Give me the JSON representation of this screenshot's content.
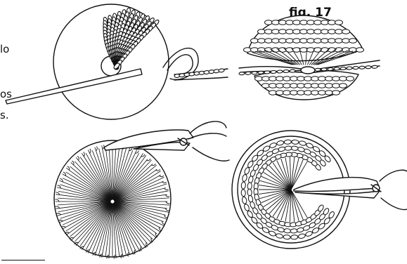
{
  "figure_label": "fig. 17",
  "cropped_text": [
    "lo",
    "os",
    "s."
  ],
  "line_color": "#111111"
}
